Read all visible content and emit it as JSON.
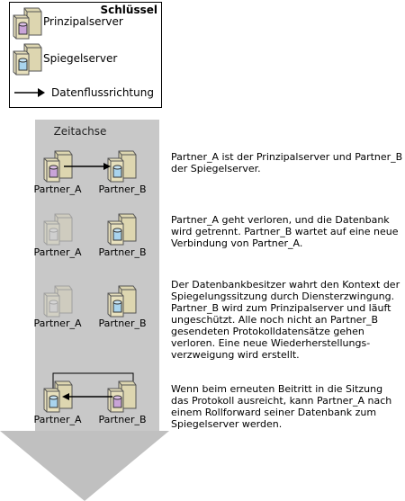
{
  "legend": {
    "title": "Schlüssel",
    "items": [
      {
        "label": "Prinzipalserver",
        "icon": "principal-server-icon"
      },
      {
        "label": "Spiegelserver",
        "icon": "mirror-server-icon"
      },
      {
        "label": "Datenflussrichtung",
        "icon": "arrow-right-icon"
      }
    ]
  },
  "timeline": {
    "label": "Zeitachse",
    "colors": {
      "band": "#c8c8c8",
      "arrow": "#c0c0c0",
      "db": "#6fb4dc"
    }
  },
  "steps": [
    {
      "partner_a": "Partner_A",
      "partner_b": "Partner_B",
      "text": "Partner_A ist der Prinzipalserver und Partner_B der Spiegelserver."
    },
    {
      "partner_a": "Partner_A",
      "partner_b": "Partner_B",
      "text": "Partner_A geht verloren, und die Datenbank wird getrennt. Partner_B wartet auf eine neue Verbindung von Partner_A."
    },
    {
      "partner_a": "Partner_A",
      "partner_b": "Partner_B",
      "text": "Der Datenbankbesitzer wahrt den Kontext der Spiegelungssitzung durch Diensterzwingung. Partner_B wird zum Prinzipalserver und läuft ungeschützt. Alle noch nicht an Partner_B gesendeten Protokolldatensätze gehen verloren. Eine neue Wiederherstellungs-verzweigung wird erstellt."
    },
    {
      "partner_a": "Partner_A",
      "partner_b": "Partner_B",
      "text": "Wenn beim erneuten Beitritt in die Sitzung das Protokoll ausreicht, kann Partner_A nach einem Rollforward seiner Datenbank zum Spiegelserver werden."
    }
  ]
}
